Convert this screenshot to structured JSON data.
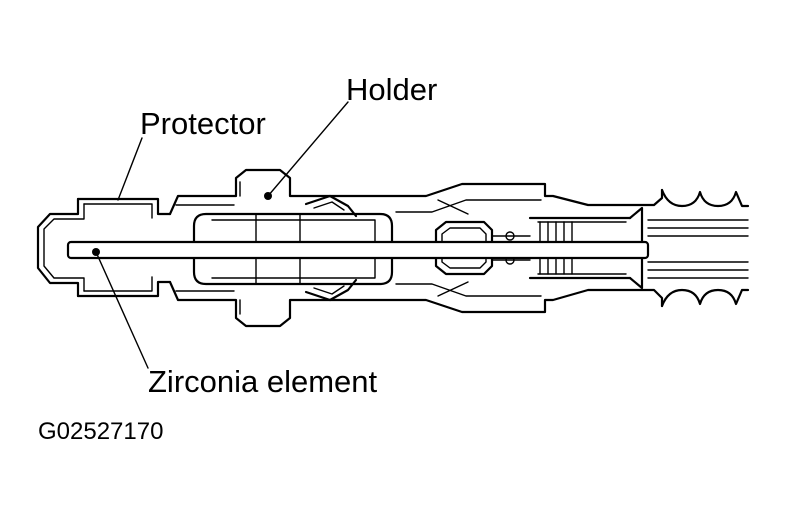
{
  "labels": {
    "holder": "Holder",
    "protector": "Protector",
    "zirconia_element": "Zirconia element"
  },
  "figure_id": "G02527170"
}
